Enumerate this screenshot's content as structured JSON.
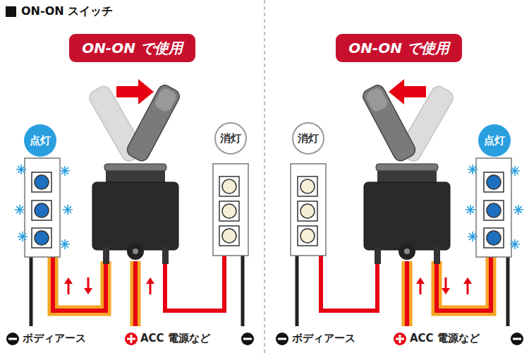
{
  "diagram": {
    "title": "ON-ON スイッチ",
    "nodes": [
      {
        "text": [
          "ON-ON で使用"
        ]
      },
      {
        "text": [
          "点灯"
        ]
      },
      {
        "text": [
          "消灯"
        ]
      },
      {
        "text": [
          "ON-ON で使用"
        ]
      },
      {
        "text": [
          "消灯"
        ]
      },
      {
        "text": [
          "点灯"
        ]
      }
    ],
    "labels": [
      "ボディアース",
      "ACC 電源など",
      "ボディアース",
      "ACC 電源など"
    ]
  }
}
